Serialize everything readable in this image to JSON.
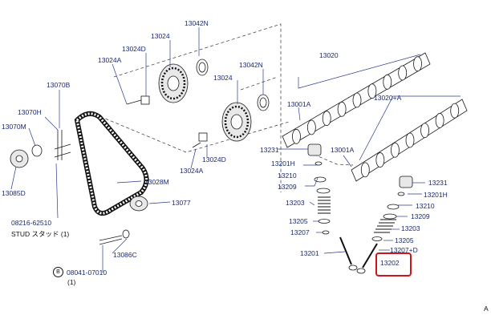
{
  "labels": [
    {
      "id": "l13042n_top",
      "text": "13042N"
    },
    {
      "id": "l13024_top",
      "text": "13024"
    },
    {
      "id": "l13024d_top",
      "text": "13024D"
    },
    {
      "id": "l13024a_top",
      "text": "13024A"
    },
    {
      "id": "l13070b",
      "text": "13070B"
    },
    {
      "id": "l13070h",
      "text": "13070H"
    },
    {
      "id": "l13070m",
      "text": "13070M"
    },
    {
      "id": "l13085d",
      "text": "13085D"
    },
    {
      "id": "l13042n_mid",
      "text": "13042N"
    },
    {
      "id": "l13024_mid",
      "text": "13024"
    },
    {
      "id": "l13020",
      "text": "13020"
    },
    {
      "id": "l13001a_top",
      "text": "13001A"
    },
    {
      "id": "l13020a",
      "text": "13020+A"
    },
    {
      "id": "l13231_l",
      "text": "13231"
    },
    {
      "id": "l13001a_mid",
      "text": "13001A"
    },
    {
      "id": "l13024d_mid",
      "text": "13024D"
    },
    {
      "id": "l13024a_mid",
      "text": "13024A"
    },
    {
      "id": "l13028m",
      "text": "13028M"
    },
    {
      "id": "l13077",
      "text": "13077"
    },
    {
      "id": "l08216",
      "text": "08216-62510"
    },
    {
      "id": "l13086c",
      "text": "13086C"
    },
    {
      "id": "l08041",
      "text": "08041-07010"
    },
    {
      "id": "l08041_qty",
      "text": "(1)"
    },
    {
      "id": "l13201h_l",
      "text": "13201H"
    },
    {
      "id": "l13210_l",
      "text": "13210"
    },
    {
      "id": "l13209_l",
      "text": "13209"
    },
    {
      "id": "l13203_l",
      "text": "13203"
    },
    {
      "id": "l13205_l",
      "text": "13205"
    },
    {
      "id": "l13207_l",
      "text": "13207"
    },
    {
      "id": "l13201",
      "text": "13201"
    },
    {
      "id": "l13231_r",
      "text": "13231"
    },
    {
      "id": "l13201h_r",
      "text": "13201H"
    },
    {
      "id": "l13210_r",
      "text": "13210"
    },
    {
      "id": "l13209_r",
      "text": "13209"
    },
    {
      "id": "l13203_r",
      "text": "13203"
    },
    {
      "id": "l13205_r",
      "text": "13205"
    },
    {
      "id": "l13207d",
      "text": "13207+D"
    },
    {
      "id": "l13202",
      "text": "13202"
    }
  ],
  "stud_note": "STUD スタッド (1)",
  "bolt_marker": "B",
  "corner_mark": "A",
  "highlight_color": "#d0141c",
  "label_color": "#1c2a6e"
}
